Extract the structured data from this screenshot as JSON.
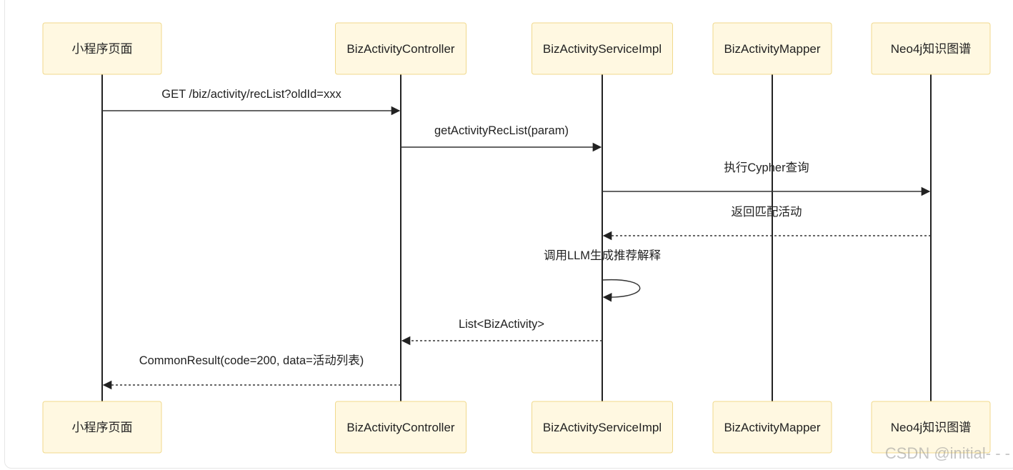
{
  "participants": [
    {
      "id": "p1",
      "label": "小程序页面"
    },
    {
      "id": "p2",
      "label": "BizActivityController"
    },
    {
      "id": "p3",
      "label": "BizActivityServiceImpl"
    },
    {
      "id": "p4",
      "label": "BizActivityMapper"
    },
    {
      "id": "p5",
      "label": "Neo4j知识图谱"
    }
  ],
  "messages": [
    {
      "from": "p1",
      "to": "p2",
      "label": "GET /biz/activity/recList?oldId=xxx",
      "style": "solid"
    },
    {
      "from": "p2",
      "to": "p3",
      "label": "getActivityRecList(param)",
      "style": "solid"
    },
    {
      "from": "p3",
      "to": "p5",
      "label": "执行Cypher查询",
      "style": "solid"
    },
    {
      "from": "p5",
      "to": "p3",
      "label": "返回匹配活动",
      "style": "dashed"
    },
    {
      "from": "p3",
      "to": "p3",
      "label": "调用LLM生成推荐解释",
      "style": "solid"
    },
    {
      "from": "p3",
      "to": "p2",
      "label": "List<BizActivity>",
      "style": "dashed"
    },
    {
      "from": "p2",
      "to": "p1",
      "label": "CommonResult(code=200, data=活动列表)",
      "style": "dashed"
    }
  ],
  "watermark": "CSDN @initial- - -",
  "colors": {
    "actor_fill": "#fff8e1",
    "actor_border": "#f0d98c",
    "line": "#222222",
    "watermark": "#969696"
  }
}
